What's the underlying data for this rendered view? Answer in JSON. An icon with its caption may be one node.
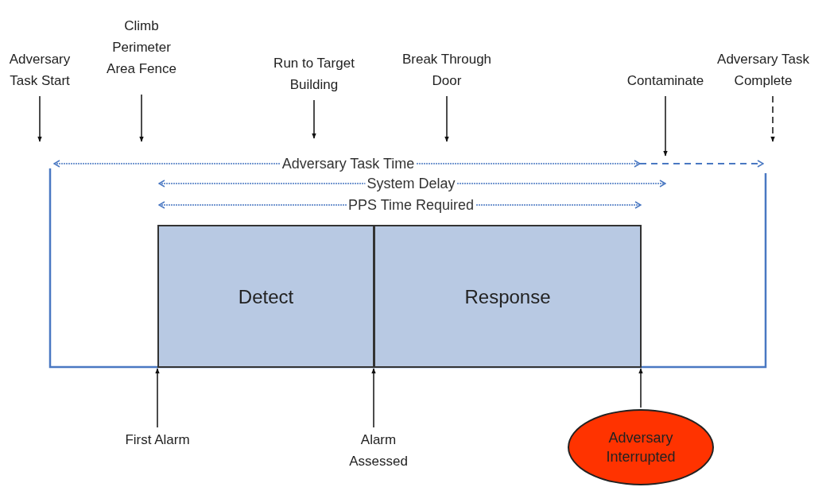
{
  "diagram": {
    "nodes": [
      {
        "text": [
          "Adversary Task Start"
        ]
      },
      {
        "text": [
          "Climb Perimeter Area Fence"
        ]
      },
      {
        "text": [
          "Run to Target Building"
        ]
      },
      {
        "text": [
          "Break Through Door"
        ]
      },
      {
        "text": [
          "Contaminate"
        ]
      },
      {
        "text": [
          "Adversary Task Complete"
        ]
      },
      {
        "text": [
          "Detect"
        ]
      },
      {
        "text": [
          "Response"
        ]
      },
      {
        "text": [
          "First Alarm"
        ]
      },
      {
        "text": [
          "Alarm Assessed"
        ]
      },
      {
        "text": [
          "Adversary Interrupted"
        ]
      }
    ],
    "edges": [
      {
        "from": 0,
        "to": null,
        "arrow": "to"
      },
      {
        "from": 1,
        "to": null,
        "arrow": "to"
      },
      {
        "from": 2,
        "to": null,
        "arrow": "to"
      },
      {
        "from": 3,
        "to": null,
        "arrow": "to"
      },
      {
        "from": 4,
        "to": null,
        "arrow": "to"
      },
      {
        "from": 5,
        "to": null,
        "arrow": "to",
        "style": "dashed"
      },
      {
        "from": 8,
        "to": 6,
        "arrow": "to"
      },
      {
        "from": 9,
        "to": 6,
        "arrow": "to"
      },
      {
        "from": 10,
        "to": 7,
        "arrow": "to"
      }
    ],
    "labels": [
      "Adversary Task Time",
      "System Delay",
      "PPS Time Required"
    ]
  }
}
